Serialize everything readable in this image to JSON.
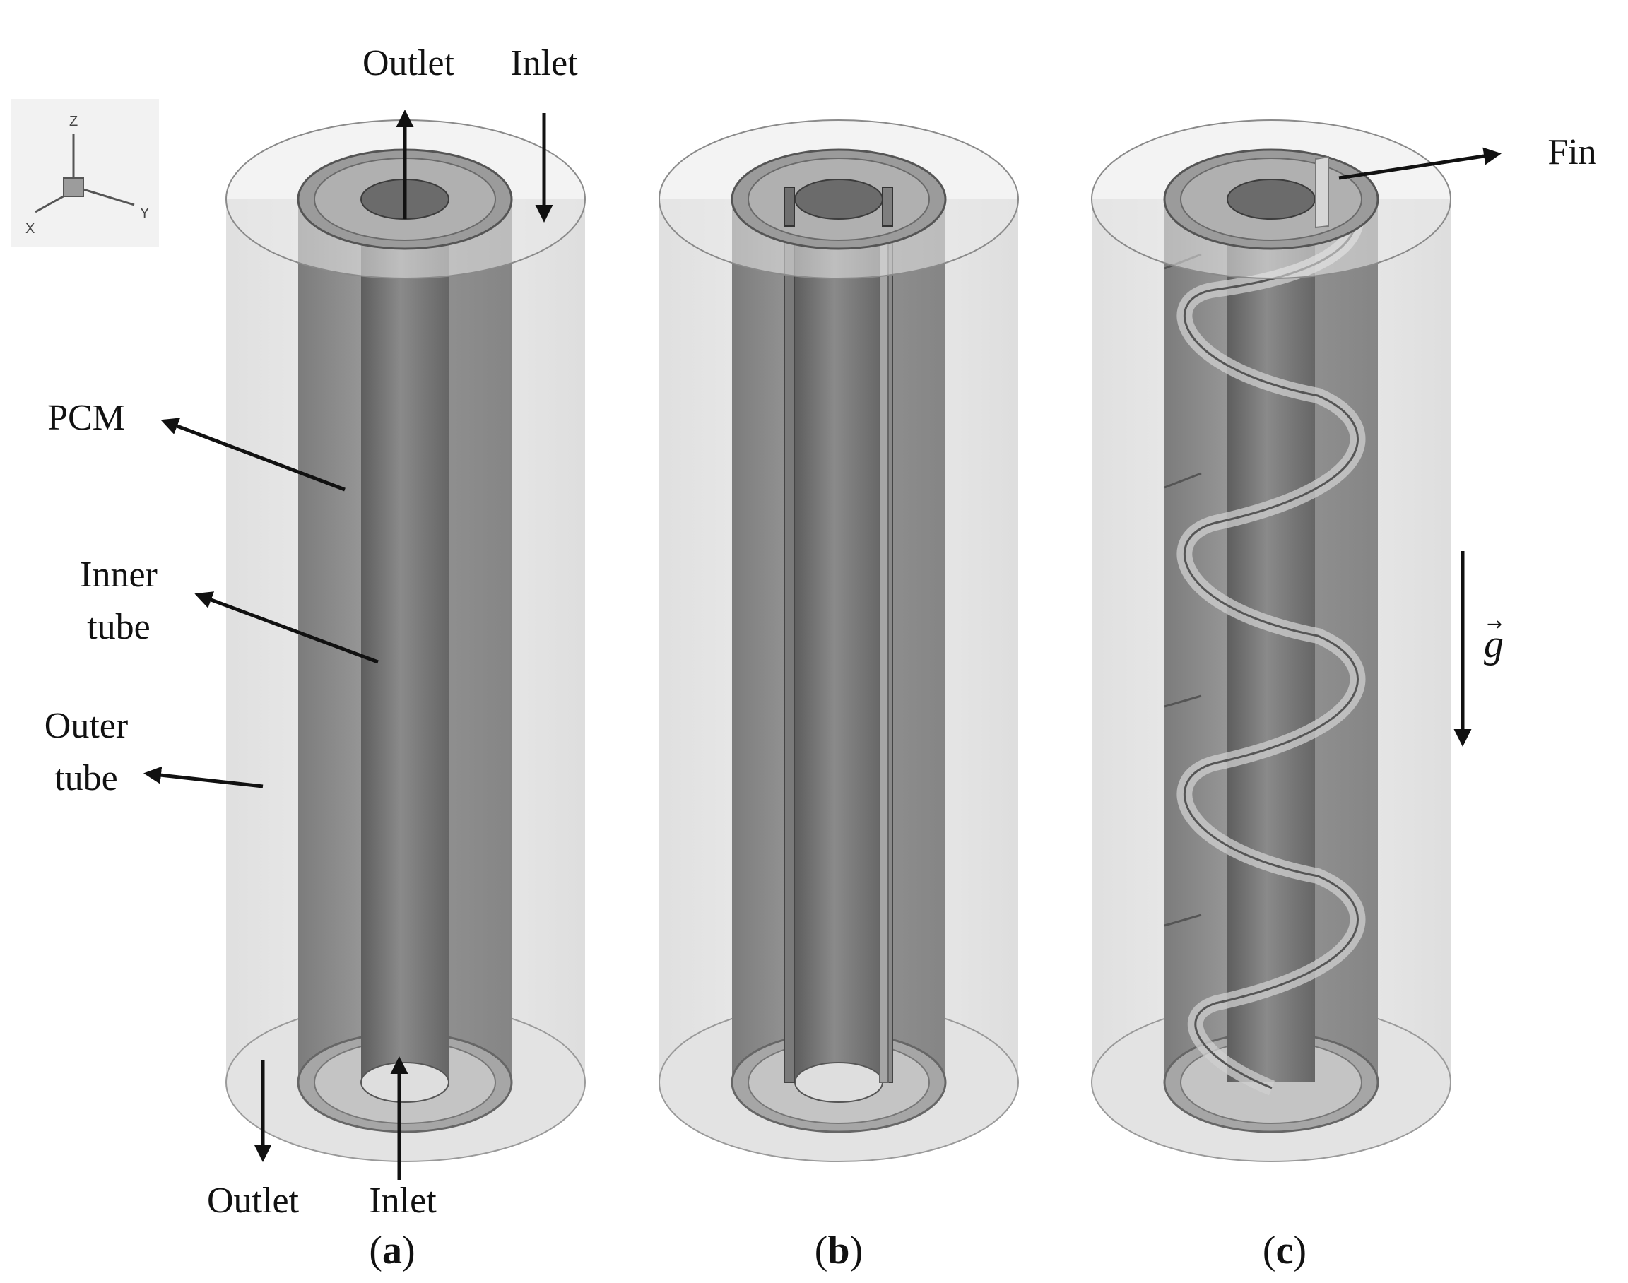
{
  "labels": {
    "outlet_top": "Outlet",
    "inlet_top": "Inlet",
    "pcm": "PCM",
    "inner_tube_line1": "Inner",
    "inner_tube_line2": "tube",
    "outer_tube_line1": "Outer",
    "outer_tube_line2": "tube",
    "outlet_bottom": "Outlet",
    "inlet_bottom": "Inlet",
    "fin": "Fin",
    "gravity": "g"
  },
  "axes_triad": {
    "z": "Z",
    "x": "X",
    "y": "Y"
  },
  "captions": [
    {
      "open": "(",
      "letter": "a",
      "close": ")"
    },
    {
      "open": "(",
      "letter": "b",
      "close": ")"
    },
    {
      "open": "(",
      "letter": "c",
      "close": ")"
    }
  ],
  "panels": [
    {
      "id": "a",
      "fins": "none"
    },
    {
      "id": "b",
      "fins": "straight longitudinal"
    },
    {
      "id": "c",
      "fins": "helical"
    }
  ],
  "colors": {
    "outer_shell": "#e6e6e6",
    "pcm_region": "#8f8f8f",
    "inner_tube": "#6f6f6f",
    "line": "#111111"
  }
}
